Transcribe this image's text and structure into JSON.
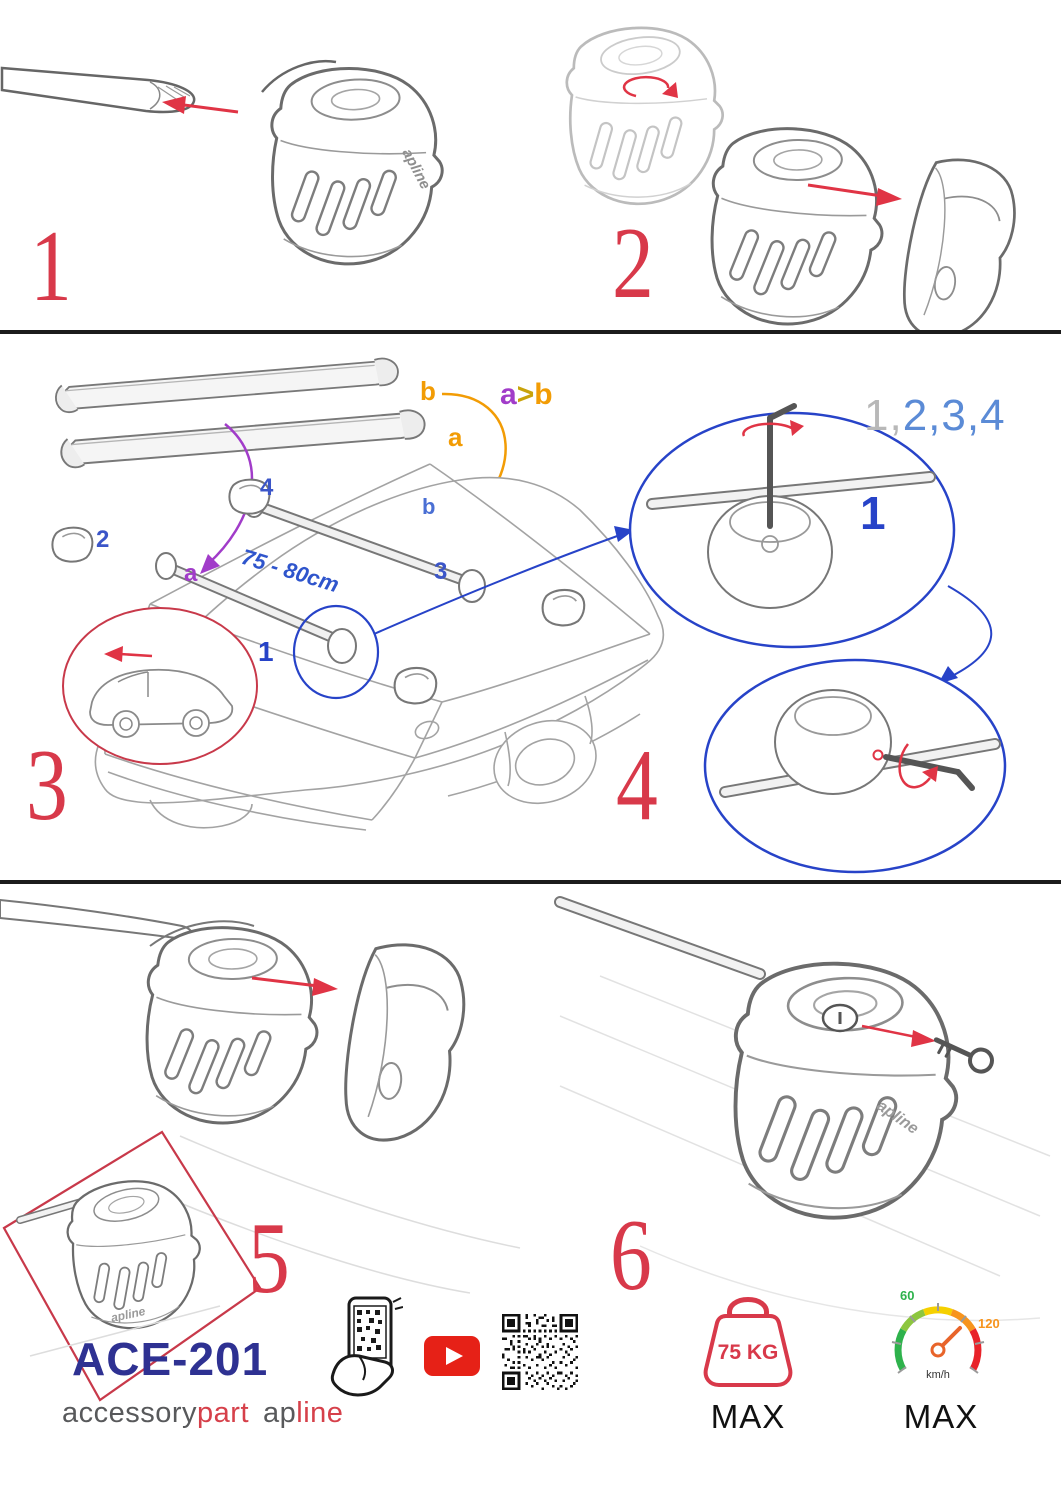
{
  "steps": {
    "n1": "1",
    "n2": "2",
    "n3": "3",
    "n4": "4",
    "n5": "5",
    "n6": "6"
  },
  "assembly": {
    "bar_label_top_b": "b",
    "bar_label_top_a": "a",
    "order_a": "a",
    "order_gt": ">",
    "order_b": "b",
    "sequence_gray": "1,",
    "sequence_blue": "2,3,4",
    "clamp_2": "2",
    "clamp_3": "3",
    "clamp_4": "4",
    "roof_label_a": "a",
    "roof_label_b": "b",
    "foot_number_1": "1",
    "callout_number_1": "1",
    "bar_spacing": "75 - 80cm"
  },
  "branding": {
    "foot_logo": "apline",
    "model": "ACE-201",
    "name_part1": "accessory",
    "name_part2": "part",
    "name_part3": "ap",
    "name_part4": "line"
  },
  "limits": {
    "max_load": "75 KG",
    "max_load_label": "MAX",
    "speed_tick_60": "60",
    "speed_tick_120": "120",
    "speed_unit": "km/h",
    "max_speed_label": "MAX"
  },
  "icons": {
    "video": "youtube-play-icon",
    "qr": "qr-code-icon",
    "scan": "phone-scan-qr-icon",
    "weight": "weight-limit-icon",
    "speed": "speedometer-icon"
  },
  "colors": {
    "step_red": "#d8394a",
    "arrow_red": "#e03445",
    "callout_blue": "#2743c8",
    "sequence_blue": "#5b8bd6",
    "sequence_gray": "#b8b8b8",
    "purple": "#a13cc9",
    "orange": "#f29c05",
    "mustard": "#c9a30a",
    "navy": "#2e3192",
    "brand_gray": "#58595b",
    "brand_red": "#d6404a",
    "gauge_green": "#2eb24c",
    "gauge_yellow": "#f5d000",
    "gauge_orange": "#f7941d",
    "gauge_red": "#e8232a"
  }
}
